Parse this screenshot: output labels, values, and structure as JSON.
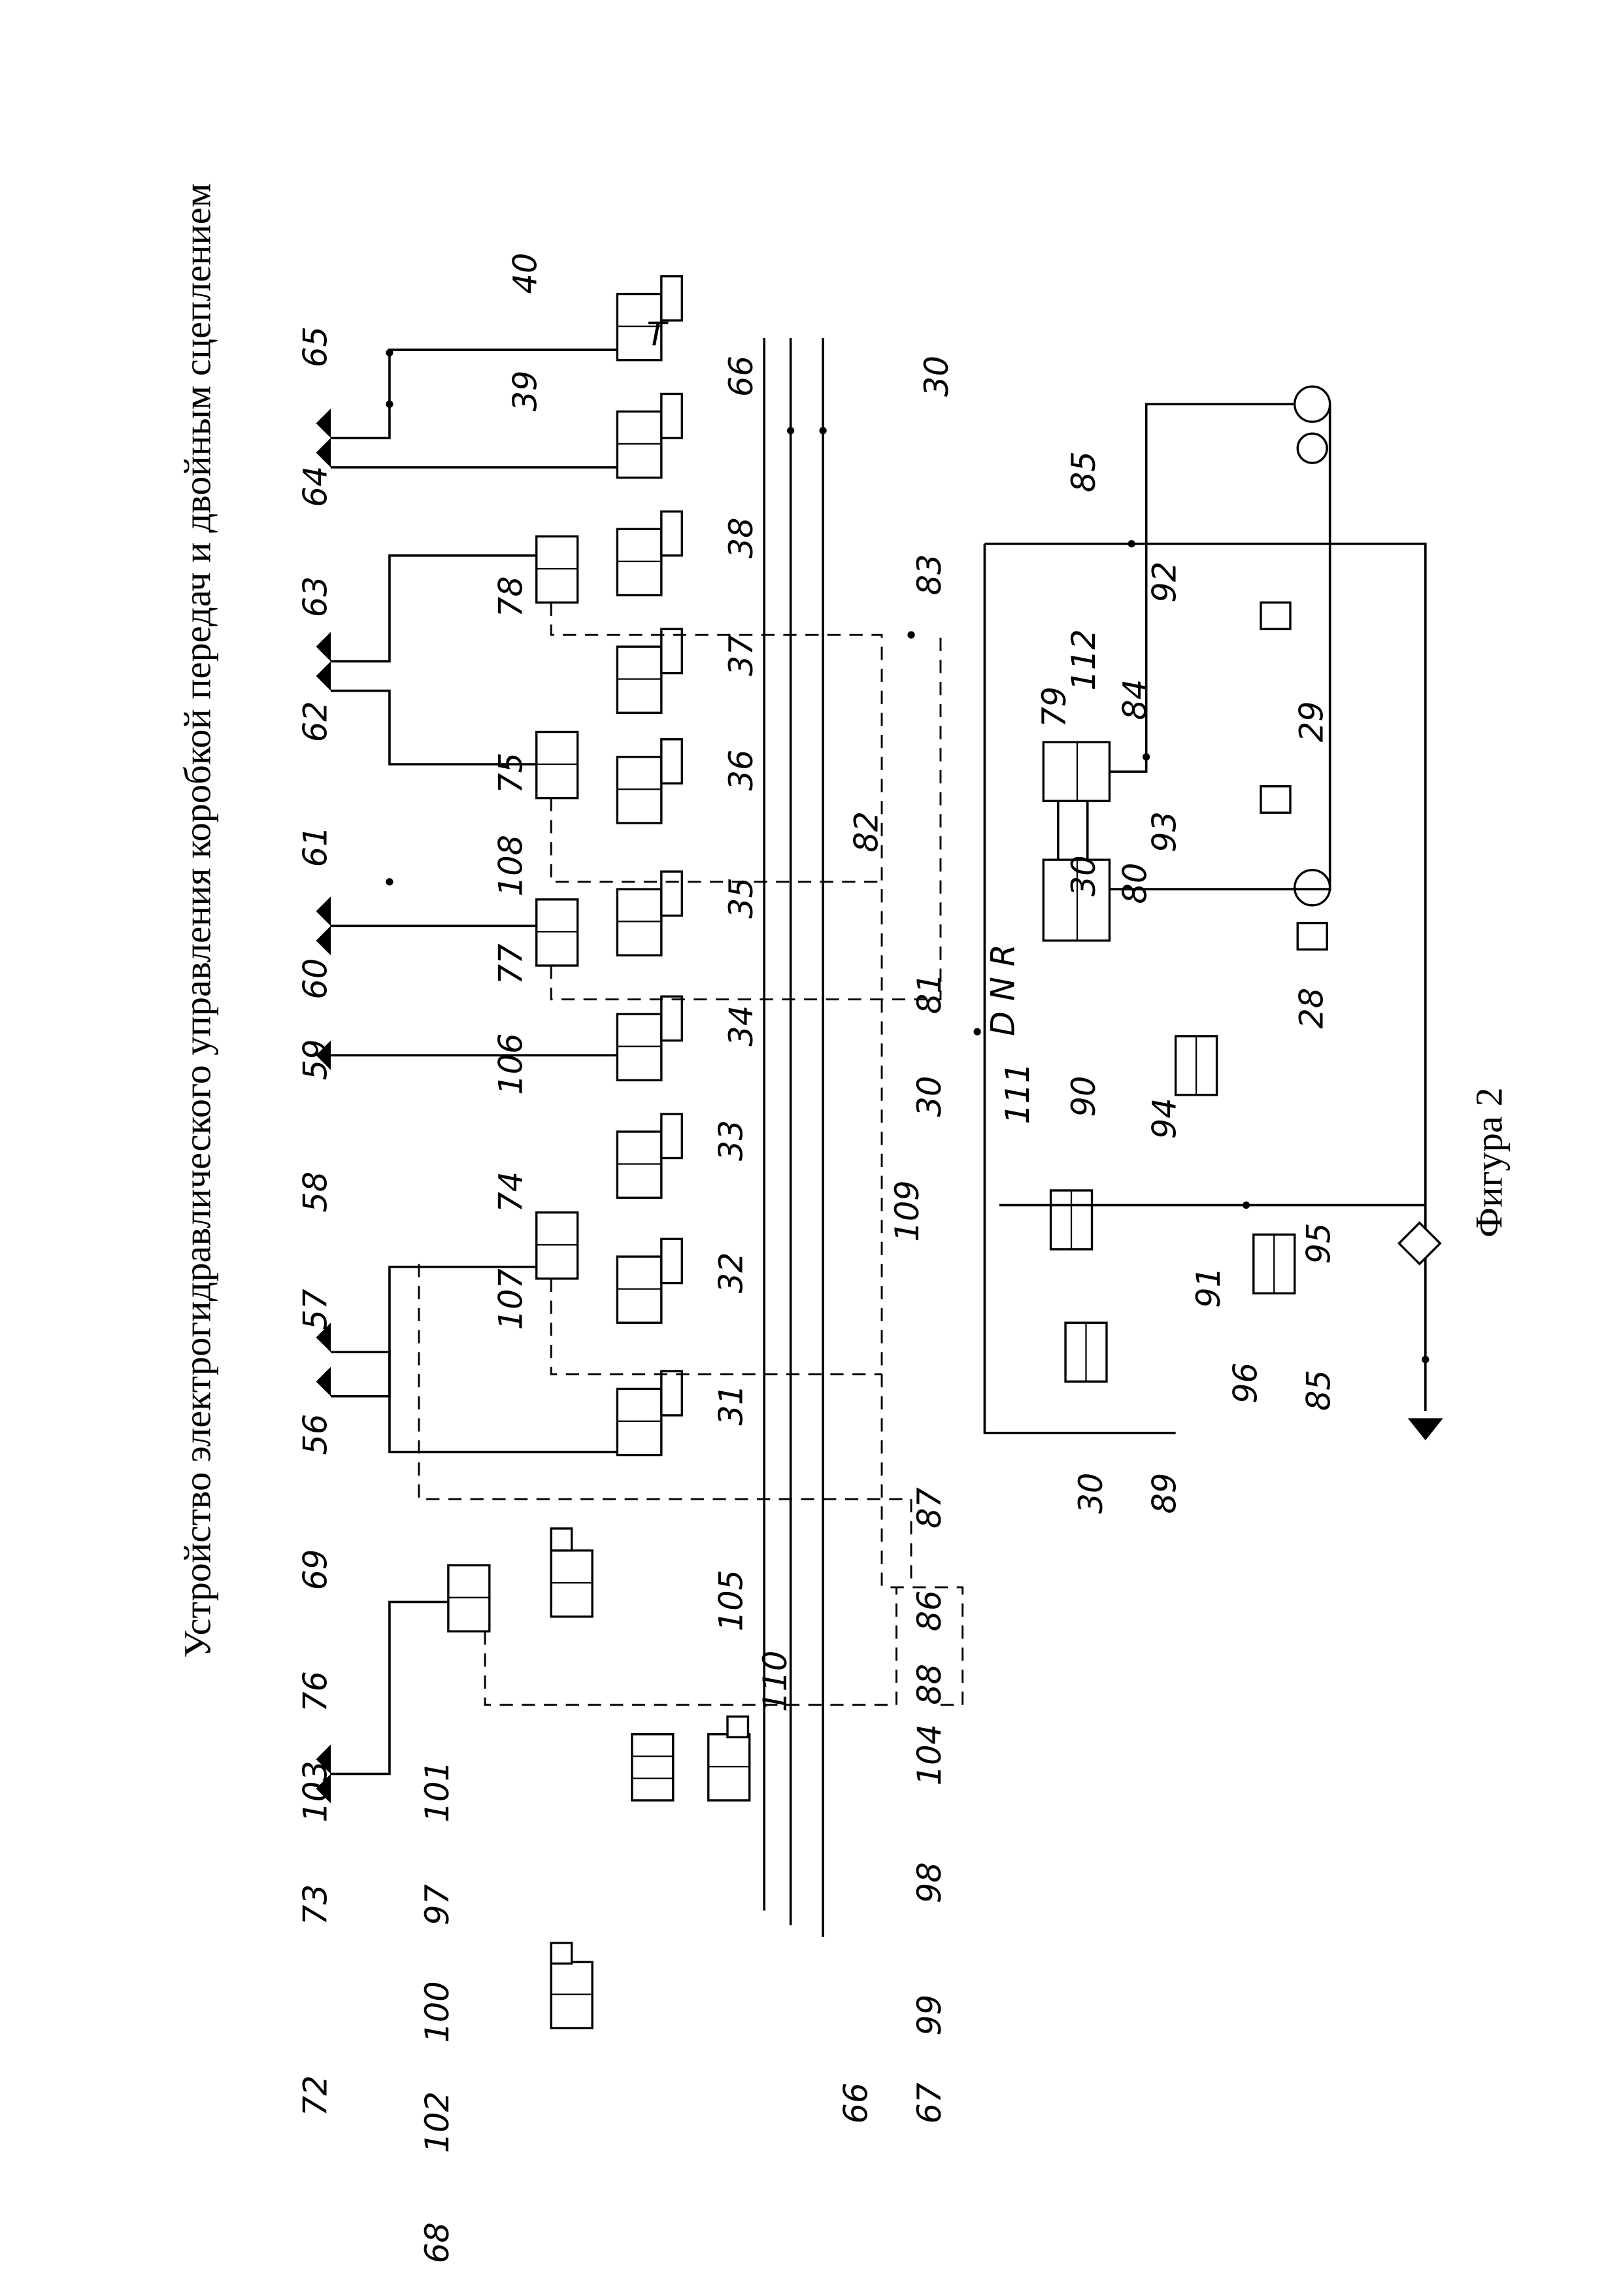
{
  "document": {
    "title": "Устройство электрогидравлического управления коробкой передач и двойным сцеплением",
    "figure_caption": "Фигура 2"
  },
  "diagram": {
    "type": "hydraulic-schematic",
    "selector_marking": "D N R",
    "components": {
      "solenoid_valves_main": [
        "31",
        "32",
        "33",
        "34",
        "35",
        "36",
        "37",
        "38",
        "39",
        "40"
      ],
      "pilot_valves": [
        "74",
        "75",
        "76",
        "77",
        "78"
      ],
      "pumps": [
        "28",
        "29"
      ],
      "clutch_valves": [
        "68",
        "69"
      ],
      "other_valves": [
        "79",
        "89",
        "90",
        "92",
        "93",
        "94",
        "96",
        "97",
        "98",
        "111",
        "112"
      ],
      "check_valves": [
        "67",
        "80",
        "86",
        "88"
      ],
      "shuttle_valve": "82",
      "filter_cooler": "95"
    },
    "labels": {
      "l40": "40",
      "l39": "39",
      "l38": "38",
      "l37": "37",
      "l36": "36",
      "l35": "35",
      "l34": "34",
      "l33": "33",
      "l32": "32",
      "l31": "31",
      "l65": "65",
      "l64": "64",
      "l63": "63",
      "l62": "62",
      "l61": "61",
      "l60": "60",
      "l59": "59",
      "l58": "58",
      "l57": "57",
      "l56": "56",
      "l69": "69",
      "l76": "76",
      "l103": "103",
      "l73": "73",
      "l101": "101",
      "l97": "97",
      "l100": "100",
      "l72": "72",
      "l102": "102",
      "l68": "68",
      "l78": "78",
      "l75": "75",
      "l108": "108",
      "l77": "77",
      "l106": "106",
      "l74": "74",
      "l107": "107",
      "l66a": "66",
      "l30a": "30",
      "l83": "83",
      "l82": "82",
      "l109": "109",
      "l81": "81",
      "l30b": "30",
      "l87": "87",
      "l86": "86",
      "l88": "88",
      "l105": "105",
      "l110": "110",
      "l104": "104",
      "l98": "98",
      "l99": "99",
      "l66b": "66",
      "l67": "67",
      "l85a": "85",
      "l92": "92",
      "l112": "112",
      "l79": "79",
      "l84": "84",
      "l29": "29",
      "l93": "93",
      "l30c": "30",
      "l80": "80",
      "l28": "28",
      "l111": "111",
      "l94": "94",
      "l90": "90",
      "l91": "91",
      "l95": "95",
      "l96": "96",
      "l85b": "85",
      "l30d": "30",
      "l89": "89"
    }
  }
}
